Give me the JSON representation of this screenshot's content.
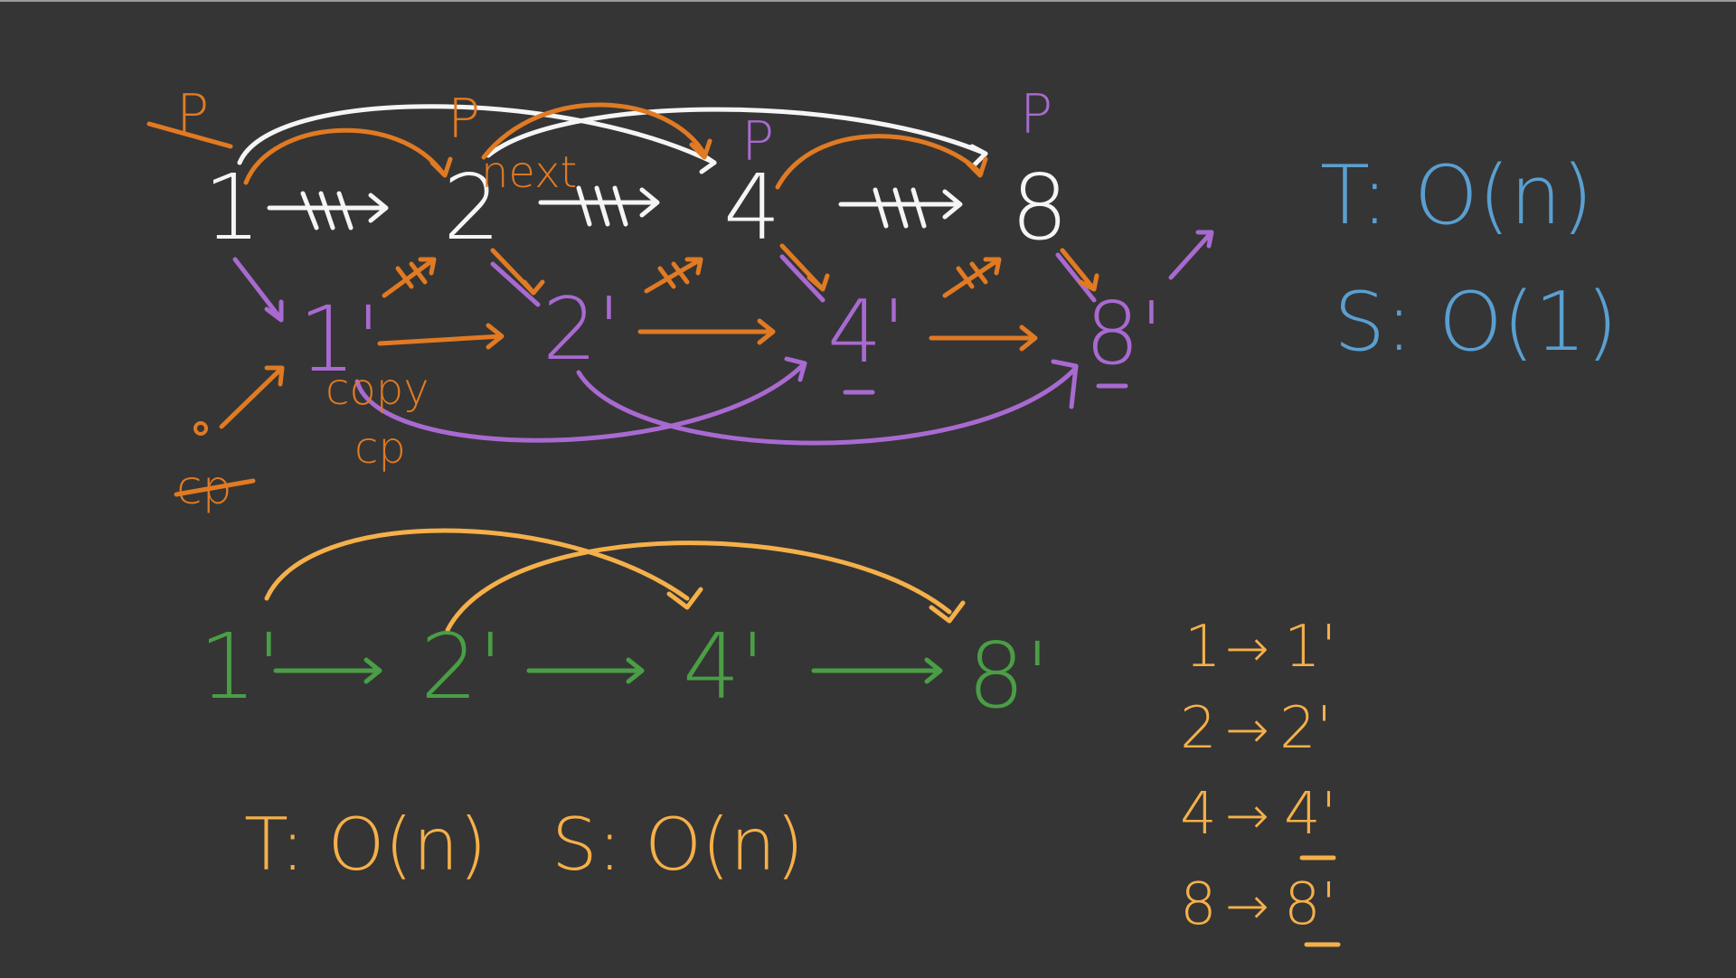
{
  "canvas": {
    "background": "#353535",
    "ink_colors": {
      "white": "#f5f5f5",
      "orange": "#e07a23",
      "purple": "#a86ad0",
      "green": "#4a9e45",
      "yellow": "#f5b04a",
      "blue": "#5a9fd0"
    }
  },
  "original_list": {
    "nodes": [
      "1",
      "2",
      "4",
      "8"
    ],
    "pointer_labels": [
      "P",
      "P",
      "P",
      "P"
    ],
    "next_label": "next"
  },
  "copies": {
    "nodes": [
      "1'",
      "2'",
      "4'",
      "8'"
    ],
    "copy_label": "copy",
    "cp_labels": [
      "cp",
      "cp"
    ]
  },
  "result_list": {
    "nodes": [
      "1'",
      "2'",
      "4'",
      "8'"
    ],
    "complexity_time": "T: O(n)",
    "complexity_space": "S: O(n)"
  },
  "right_panel": {
    "complexity_time": "T: O(n)",
    "complexity_space": "S: O(1)",
    "mapping": [
      {
        "from": "1",
        "to": "1'"
      },
      {
        "from": "2",
        "to": "2'"
      },
      {
        "from": "4",
        "to": "4'"
      },
      {
        "from": "8",
        "to": "8'"
      }
    ],
    "arrow_symbol": "→"
  }
}
